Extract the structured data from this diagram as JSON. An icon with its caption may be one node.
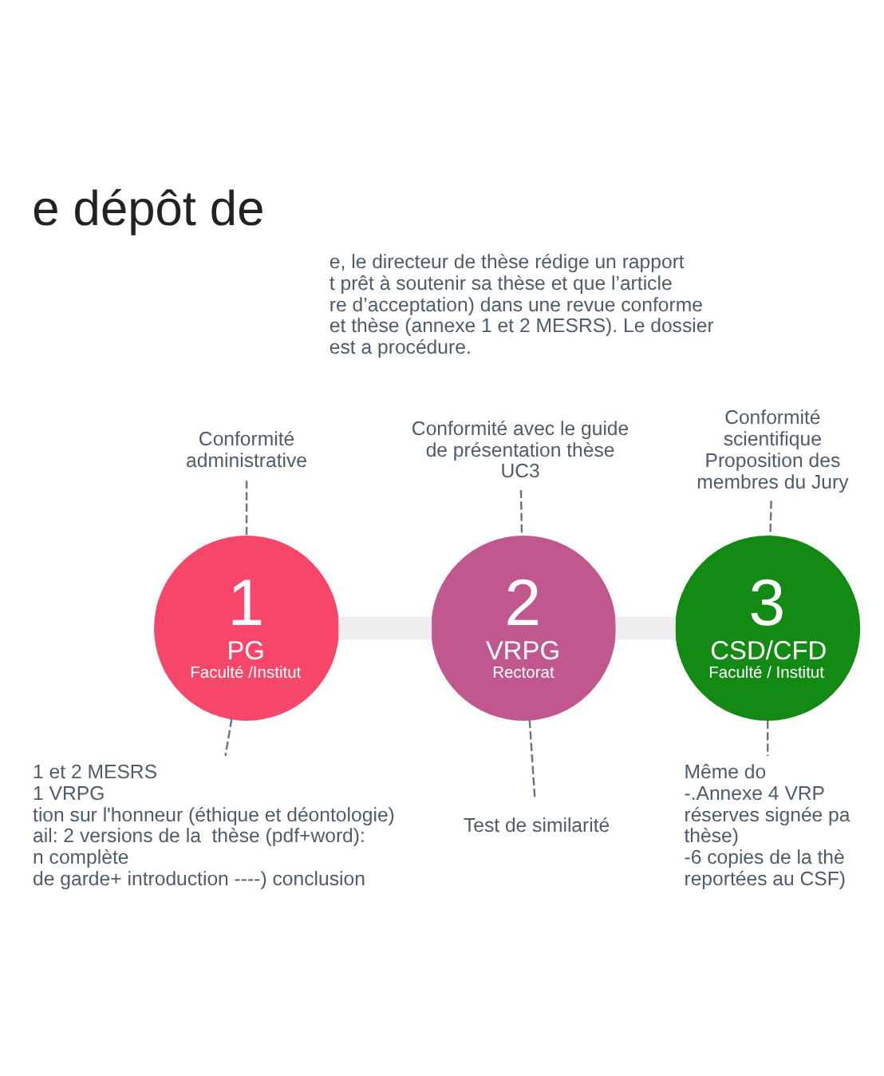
{
  "diagram": {
    "title": "e dépôt de",
    "nodes": [
      {
        "text": [
          "Conformité administrative"
        ]
      },
      {
        "text": [
          "1",
          "PG",
          "Faculté /Institut"
        ]
      },
      {
        "text": [
          "1 et 2 MESRS",
          "1 VRPG",
          "tion sur l'honneur (éthique et déontologie)",
          "ail: 2 versions de la  thèse (pdf+word):",
          "n complète",
          "de garde+ introduction ----) conclusion"
        ]
      },
      {
        "text": [
          "Conformité avec le guide de présentation thèse UC3"
        ]
      },
      {
        "text": [
          "2",
          "VRPG",
          "Rectorat"
        ]
      },
      {
        "text": [
          "Test de similarité"
        ]
      },
      {
        "text": [
          "Conformité scientifique",
          "Proposition des membres du Jury"
        ]
      },
      {
        "text": [
          "3",
          "CSD/CFD",
          "Faculté / Institut"
        ]
      },
      {
        "text": [
          "Même do",
          "-.Annexe 4 VRP réserves signée pa thèse)",
          "-6 copies de la thè reportées au CSF)"
        ]
      }
    ],
    "edges": [
      {
        "from": 0,
        "to": 1,
        "arrow": "none",
        "style": "dashed"
      },
      {
        "from": 1,
        "to": 2,
        "arrow": "none",
        "style": "dashed"
      },
      {
        "from": 3,
        "to": 4,
        "arrow": "none",
        "style": "dashed"
      },
      {
        "from": 4,
        "to": 5,
        "arrow": "none",
        "style": "dashed"
      },
      {
        "from": 6,
        "to": 7,
        "arrow": "none",
        "style": "dashed"
      },
      {
        "from": 7,
        "to": 8,
        "arrow": "none",
        "style": "dashed"
      },
      {
        "from": 1,
        "to": 4,
        "arrow": "none",
        "style": "thick",
        "color": "#eeeeee"
      },
      {
        "from": 4,
        "to": 7,
        "arrow": "none",
        "style": "thick",
        "color": "#eeeeee"
      }
    ],
    "labels": [
      "e, le directeur de thèse rédige un rapport t prêt à soutenir sa thèse et que l’article re d’acceptation) dans une revue conforme et thèse (annexe 1 et 2 MESRS). Le dossier est a procédure."
    ]
  }
}
